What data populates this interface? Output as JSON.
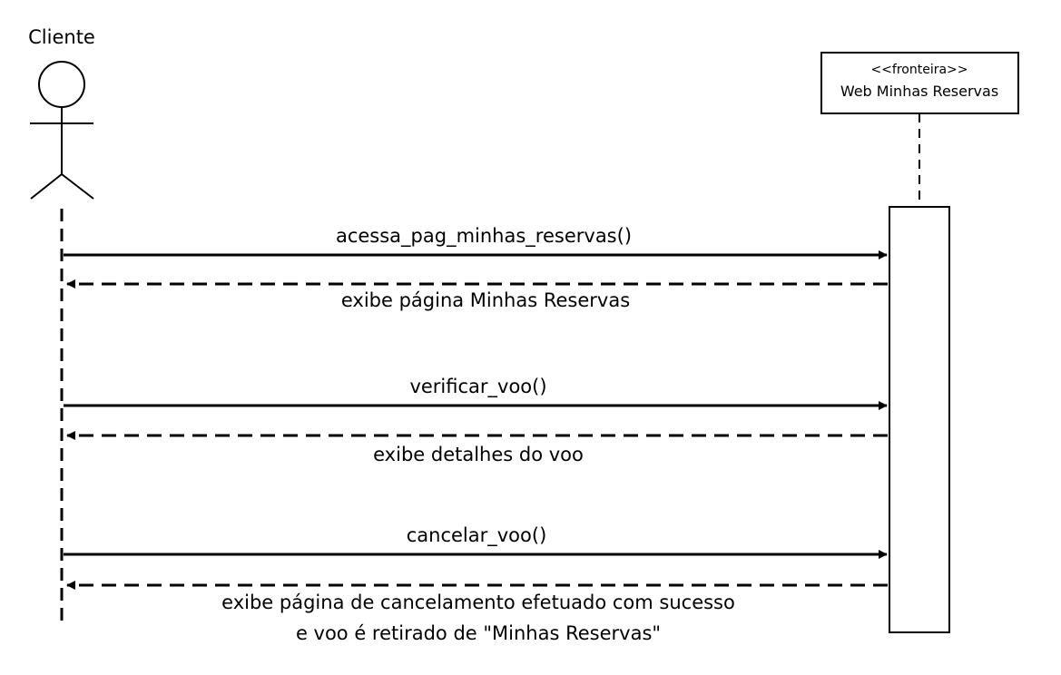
{
  "diagram": {
    "type": "sequence",
    "actor": {
      "name": "Cliente"
    },
    "boundary": {
      "stereotype": "<<fronteira>>",
      "name": "Web Minhas Reservas"
    },
    "messages": [
      {
        "kind": "call",
        "label": "acessa_pag_minhas_reservas()"
      },
      {
        "kind": "return",
        "label": "exibe página Minhas Reservas"
      },
      {
        "kind": "call",
        "label": "verificar_voo()"
      },
      {
        "kind": "return",
        "label": "exibe detalhes do voo"
      },
      {
        "kind": "call",
        "label": "cancelar_voo()"
      },
      {
        "kind": "return",
        "label_line1": "exibe página de cancelamento efetuado com sucesso",
        "label_line2": "e voo é retirado de \"Minhas Reservas\""
      }
    ],
    "colors": {
      "line": "#000000",
      "background": "#ffffff"
    }
  }
}
